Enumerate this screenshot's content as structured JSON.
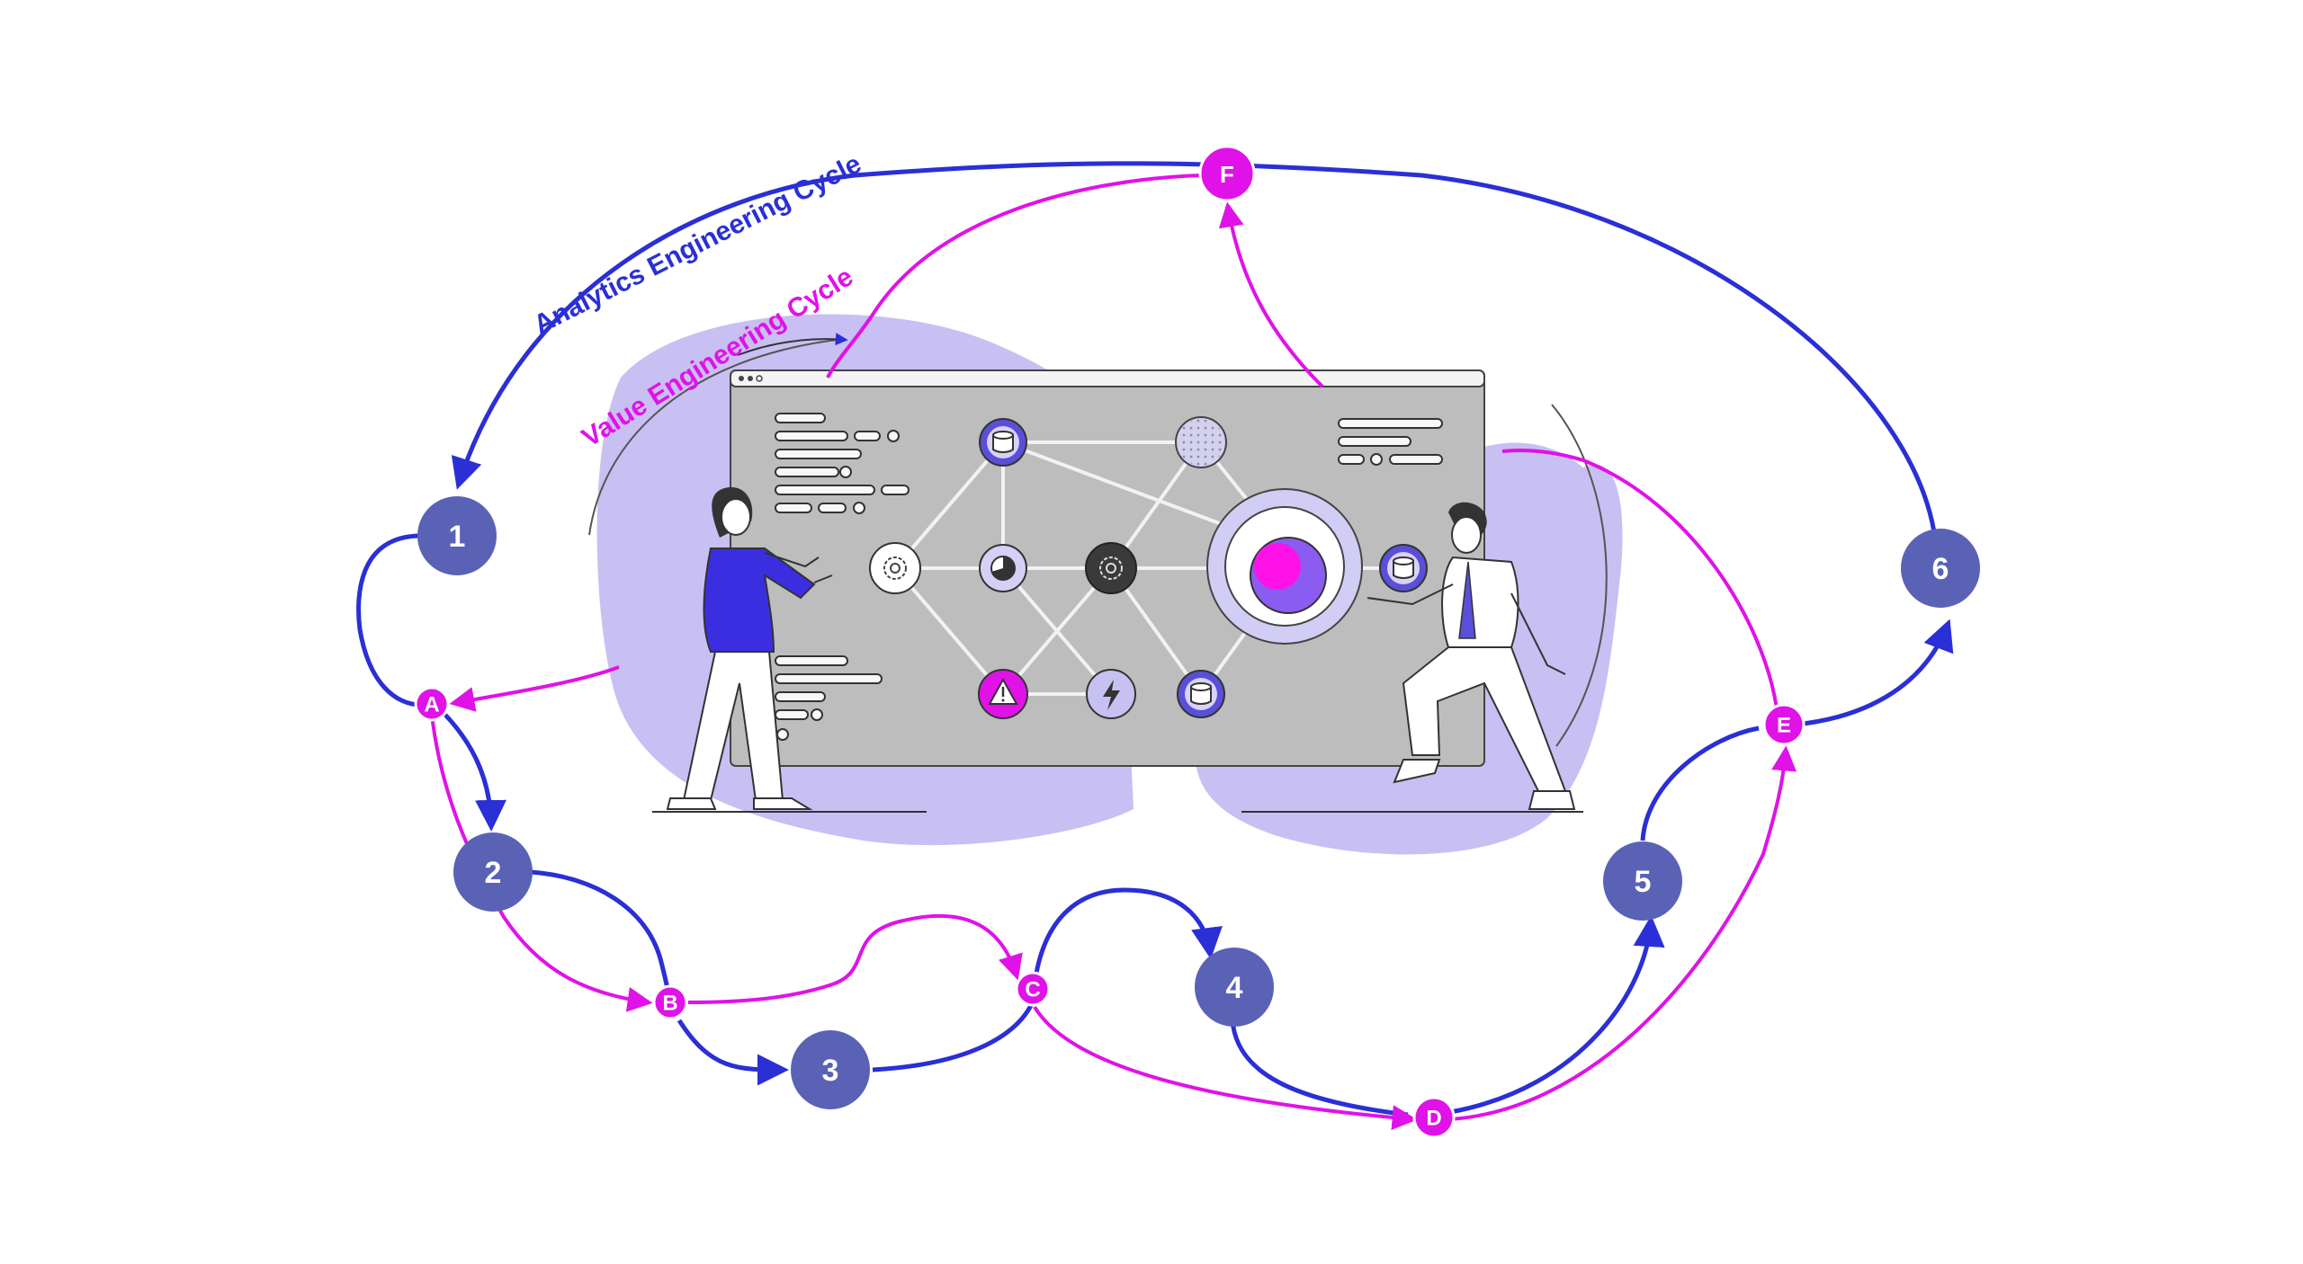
{
  "colors": {
    "analytics": "#2a2fd6",
    "value": "#e012e8",
    "step_node": "#5a62b6",
    "blob": "#c8c0f2",
    "screen": "#bdbdbd",
    "figure_shirt": "#3a2ee0",
    "hub_magenta": "#ff12e8",
    "hub_purple": "#8a5cf0"
  },
  "labels": {
    "analytics_cycle": "Analytics Engineering Cycle",
    "value_cycle": "Value Engineering Cycle"
  },
  "step_nodes": [
    {
      "id": "1",
      "label": "1"
    },
    {
      "id": "2",
      "label": "2"
    },
    {
      "id": "3",
      "label": "3"
    },
    {
      "id": "4",
      "label": "4"
    },
    {
      "id": "5",
      "label": "5"
    },
    {
      "id": "6",
      "label": "6"
    }
  ],
  "value_nodes": [
    {
      "id": "A",
      "label": "A"
    },
    {
      "id": "B",
      "label": "B"
    },
    {
      "id": "C",
      "label": "C"
    },
    {
      "id": "D",
      "label": "D"
    },
    {
      "id": "E",
      "label": "E"
    },
    {
      "id": "F",
      "label": "F"
    }
  ],
  "illustration": {
    "network_icons": [
      "database-icon",
      "dotted-circle-icon",
      "gear-icon",
      "pie-chart-icon",
      "gear-dark-icon",
      "warning-icon",
      "lightning-icon",
      "database-icon",
      "target-hub-icon",
      "database-icon"
    ],
    "people": [
      "presenter-left",
      "presenter-right"
    ]
  }
}
